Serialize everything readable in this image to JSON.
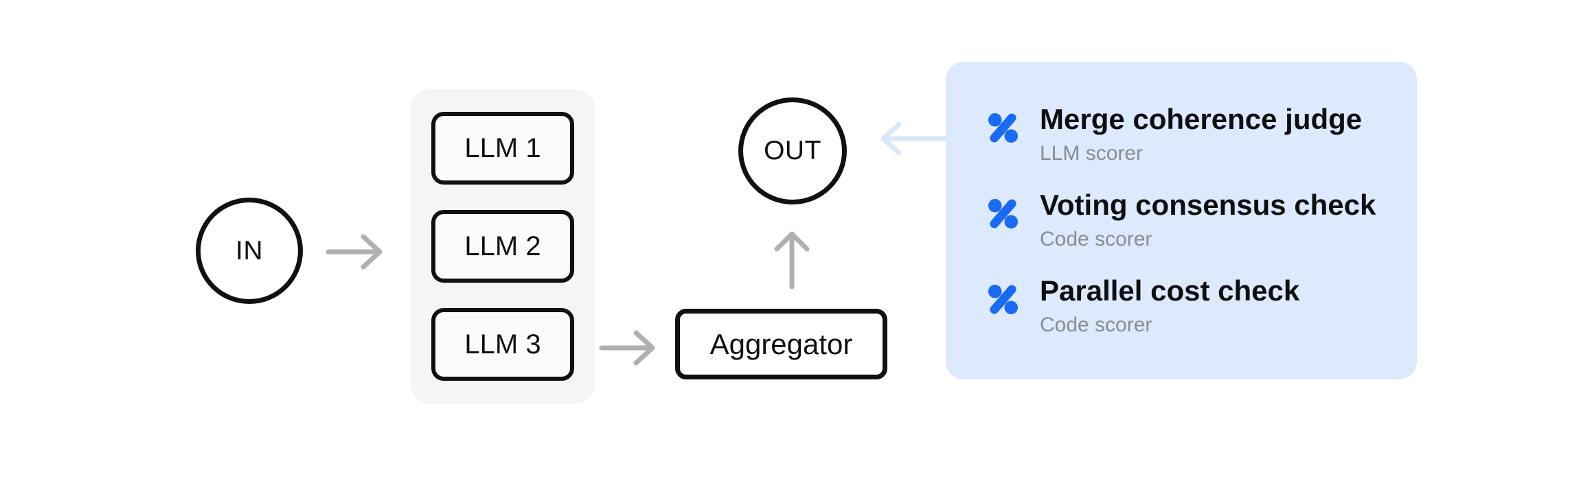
{
  "canvas": {
    "background": "#ffffff"
  },
  "diagram": {
    "input_node": {
      "label": "IN"
    },
    "output_node": {
      "label": "OUT"
    },
    "llm_group": {
      "nodes": [
        {
          "label": "LLM 1"
        },
        {
          "label": "LLM 2"
        },
        {
          "label": "LLM 3"
        }
      ]
    },
    "aggregator_node": {
      "label": "Aggregator"
    },
    "connections": [
      {
        "from": "IN",
        "to": "LLM group",
        "color": "#b0b0b0"
      },
      {
        "from": "LLM 3",
        "to": "Aggregator",
        "color": "#b0b0b0"
      },
      {
        "from": "Aggregator",
        "to": "OUT",
        "color": "#b0b0b0"
      },
      {
        "from": "scorers panel",
        "to": "OUT",
        "color": "#d9e6fa"
      }
    ]
  },
  "scorers_panel": {
    "items": [
      {
        "icon": "percent-icon",
        "title": "Merge coherence judge",
        "subtitle": "LLM scorer"
      },
      {
        "icon": "percent-icon",
        "title": "Voting consensus check",
        "subtitle": "Code scorer"
      },
      {
        "icon": "percent-icon",
        "title": "Parallel cost check",
        "subtitle": "Code scorer"
      }
    ]
  },
  "colors": {
    "accent_blue": "#1b6bf2",
    "panel_background": "#dde9fc",
    "panel_arrow": "#d9e6fa",
    "gray_arrow": "#b0b0b0",
    "group_background": "#f5f5f5",
    "node_border": "#111111",
    "title_text": "#0e0f11",
    "subtitle_text": "#8a8d91"
  }
}
